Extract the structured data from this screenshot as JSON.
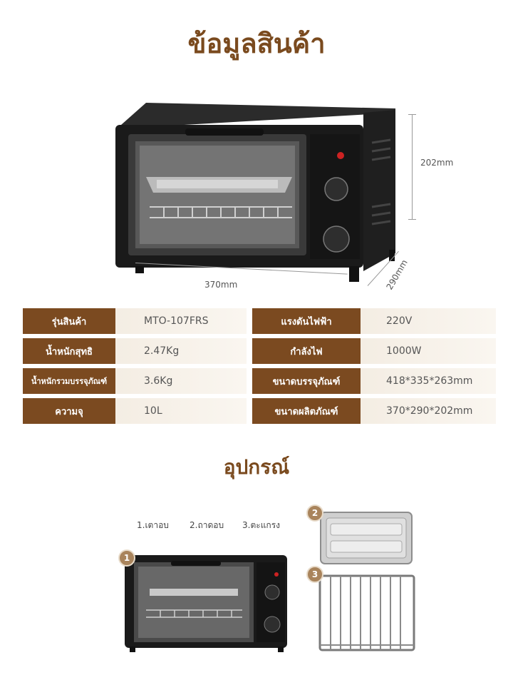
{
  "page": {
    "title": "ข้อมูลสินค้า",
    "accessory_title": "อุปกรณ์"
  },
  "dimensions": {
    "height": "202mm",
    "width": "370mm",
    "depth": "290mm"
  },
  "specs": [
    {
      "label_left": "รุ่นสินค้า",
      "value_left": "MTO-107FRS",
      "label_right": "แรงดันไฟฟ้า",
      "value_right": "220V"
    },
    {
      "label_left": "น้ำหนักสุทธิ",
      "value_left": "2.47Kg",
      "label_right": "กำลังไฟ",
      "value_right": "1000W"
    },
    {
      "label_left": "น้ำหนักรวมบรรจุภัณฑ์",
      "value_left": "3.6Kg",
      "label_right": "ขนาดบรรจุภัณฑ์",
      "value_right": "418*335*263mm"
    },
    {
      "label_left": "ความจุ",
      "value_left": "10L",
      "label_right": "ขนาดผลิตภัณฑ์",
      "value_right": "370*290*202mm"
    }
  ],
  "accessories": {
    "items": [
      "1.เตาอบ",
      "2.ถาดอบ",
      "3.ตะแกรง"
    ],
    "badges": [
      "1",
      "2",
      "3"
    ]
  },
  "colors": {
    "brand_brown": "#7b4a20",
    "oven_black": "#1c1c1c"
  }
}
